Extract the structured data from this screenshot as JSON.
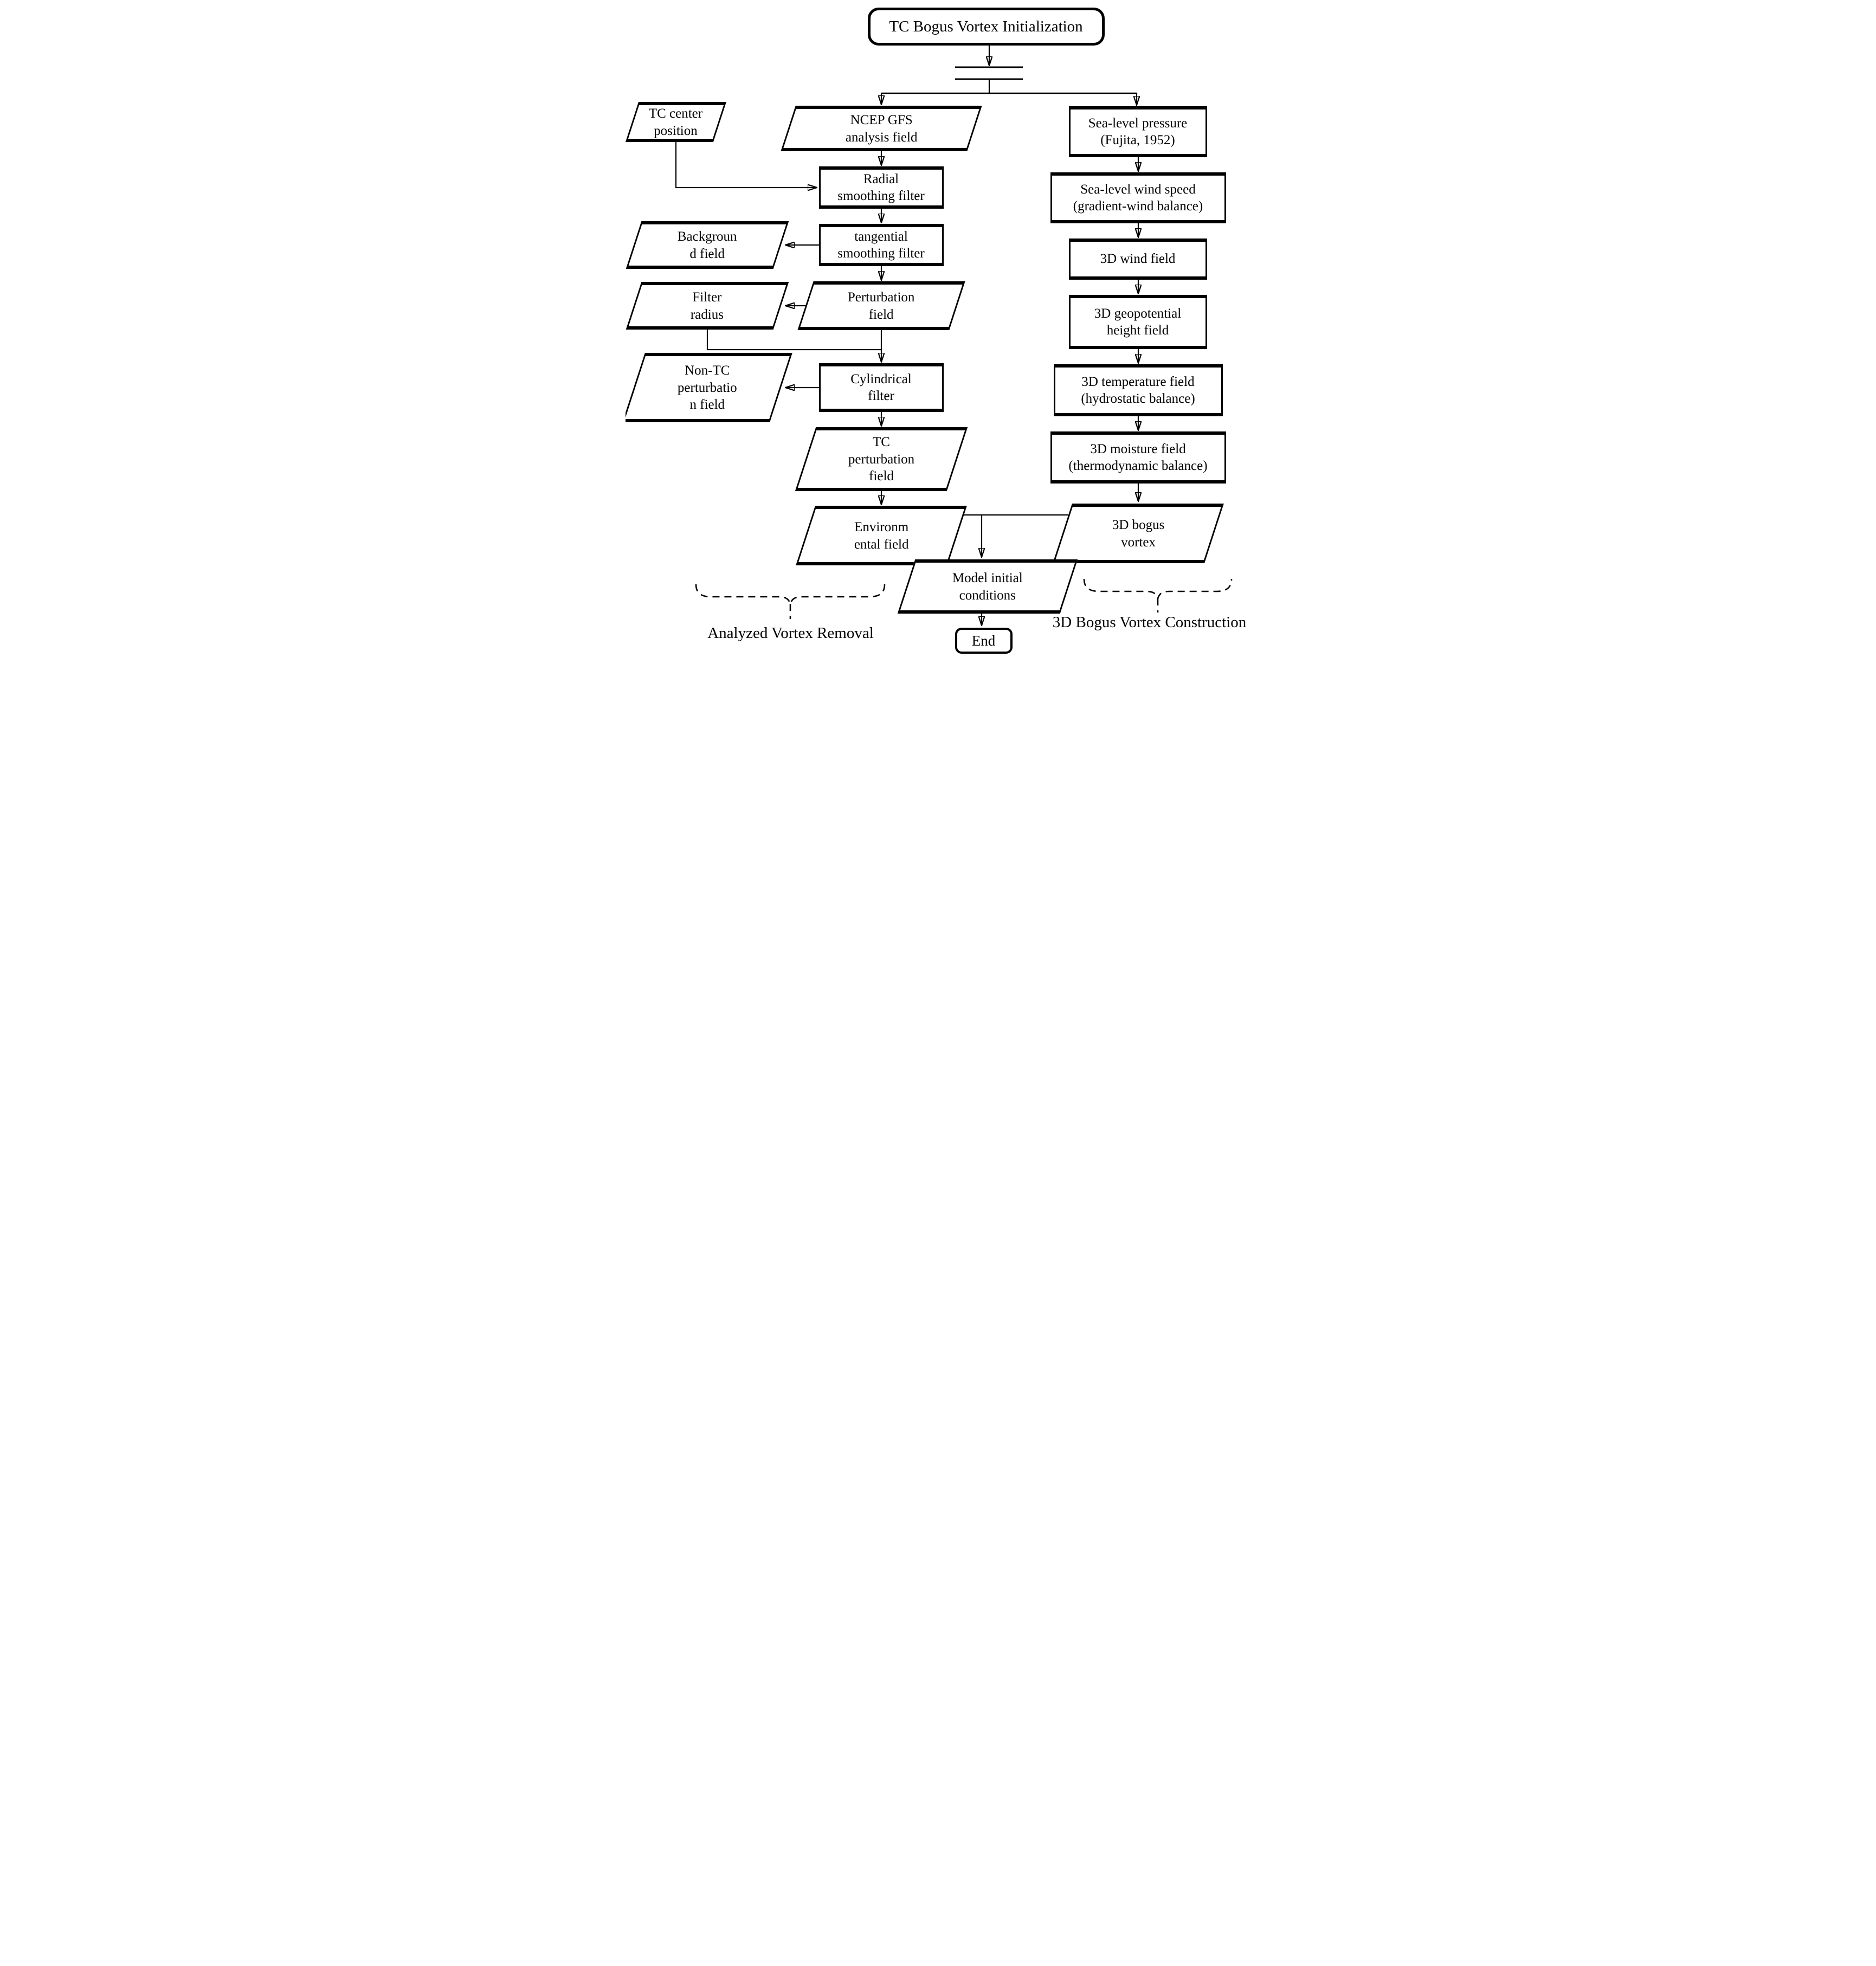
{
  "diagram": {
    "title": "TC Bogus Vortex Initialization",
    "nodes": {
      "tc_center": {
        "label": "TC center\nposition",
        "shape": "parallelogram"
      },
      "ncep": {
        "label": "NCEP GFS\nanalysis field",
        "shape": "parallelogram"
      },
      "radial": {
        "label": "Radial\nsmoothing filter",
        "shape": "rectangle"
      },
      "tangential": {
        "label": "tangential\nsmoothing filter",
        "shape": "rectangle"
      },
      "background": {
        "label": "Backgroun\nd field",
        "shape": "parallelogram"
      },
      "perturbation": {
        "label": "Perturbation\nfield",
        "shape": "parallelogram"
      },
      "filter_radius": {
        "label": "Filter\nradius",
        "shape": "parallelogram"
      },
      "cylindrical": {
        "label": "Cylindrical\nfilter",
        "shape": "rectangle"
      },
      "non_tc": {
        "label": "Non-TC\nperturbatio\nn field",
        "shape": "parallelogram"
      },
      "tc_perturbation": {
        "label": "TC\nperturbation\nfield",
        "shape": "parallelogram"
      },
      "environmental": {
        "label": "Environm\nental field",
        "shape": "parallelogram"
      },
      "sea_level_pressure": {
        "label": "Sea-level pressure\n(Fujita, 1952)",
        "shape": "rectangle"
      },
      "sea_level_wind": {
        "label": "Sea-level wind speed\n(gradient-wind balance)",
        "shape": "rectangle"
      },
      "wind_3d": {
        "label": "3D wind field",
        "shape": "rectangle"
      },
      "geopotential_3d": {
        "label": "3D geopotential\nheight field",
        "shape": "rectangle"
      },
      "temperature_3d": {
        "label": "3D temperature field\n(hydrostatic balance)",
        "shape": "rectangle"
      },
      "moisture_3d": {
        "label": "3D moisture field\n(thermodynamic balance)",
        "shape": "rectangle"
      },
      "bogus_3d": {
        "label": "3D bogus\nvortex",
        "shape": "parallelogram"
      },
      "model_ic": {
        "label": "Model initial\nconditions",
        "shape": "parallelogram"
      },
      "end": {
        "label": "End",
        "shape": "terminator"
      }
    },
    "sections": {
      "left": "Analyzed Vortex Removal",
      "right": "3D Bogus Vortex Construction"
    },
    "colors": {
      "ink": "#000000",
      "background": "#ffffff"
    }
  }
}
